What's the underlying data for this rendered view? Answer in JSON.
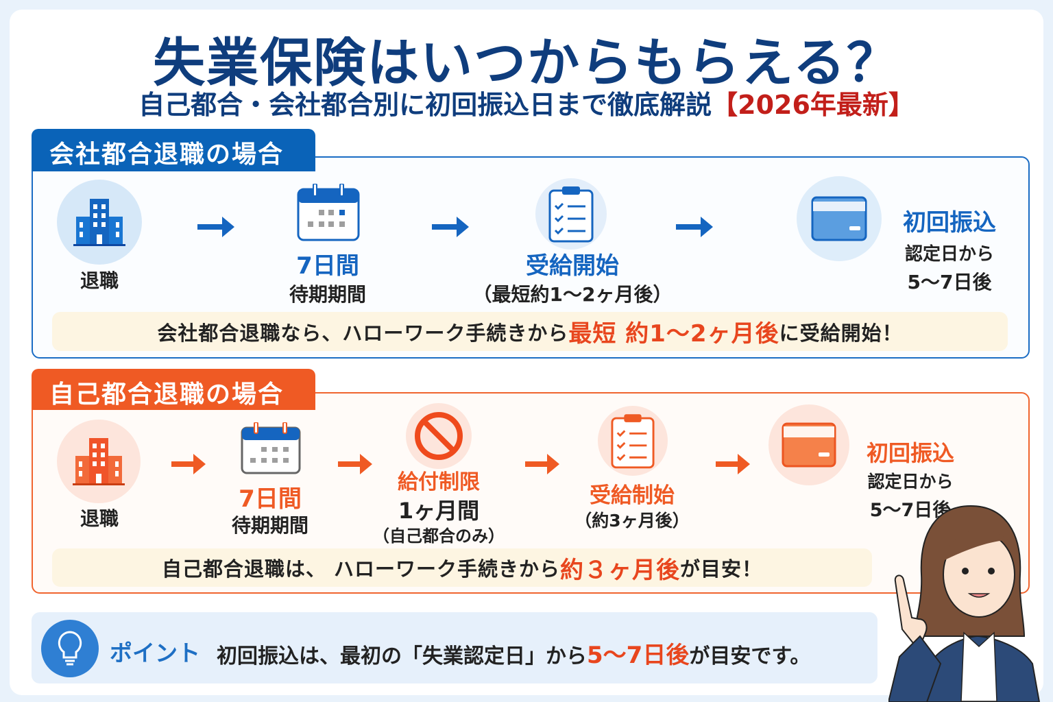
{
  "title": "失業保険はいつからもらえる？",
  "subtitle": {
    "main": "自己都合・会社都合別に初回振込日まで徹底解説",
    "tag": "【2026年最新】"
  },
  "company": {
    "tab": "会社都合退職の場合",
    "steps": [
      {
        "icon": "building-icon",
        "label": "退職"
      },
      {
        "icon": "calendar-icon",
        "head": "7日間",
        "sub": "待期期間"
      },
      {
        "icon": "clipboard-icon",
        "head": "受給開始",
        "sub": "（最短約1〜2ヶ月後）"
      },
      {
        "icon": "card-icon",
        "head": "初回振込",
        "line1": "認定日から",
        "line2": "5〜7日後"
      }
    ],
    "note": {
      "pre": "会社都合退職なら、ハローワーク手続きから ",
      "hl": "最短 約1〜2ヶ月後",
      "post": "に受給開始！"
    }
  },
  "self": {
    "tab": "自己都合退職の場合",
    "steps": [
      {
        "icon": "building-icon",
        "label": "退職"
      },
      {
        "icon": "calendar-icon",
        "head": "7日間",
        "sub": "待期期間"
      },
      {
        "icon": "prohibited-icon",
        "head": "給付制限",
        "sub": "1ヶ月間",
        "sub2": "（自己都合のみ）"
      },
      {
        "icon": "clipboard-icon",
        "head": "受給制始",
        "sub": "（約3ヶ月後）"
      },
      {
        "icon": "card-icon",
        "head": "初回振込",
        "line1": "認定日から",
        "line2": "5〜7日後"
      }
    ],
    "note": {
      "pre": "自己都合退職は、 ハローワーク手続きから ",
      "hl": "約３ヶ月後",
      "post": "が目安！"
    }
  },
  "point": {
    "label": "ポイント",
    "pre": "初回振込は、最初の「失業認定日」から",
    "hl": "5〜7日後",
    "post": "が目安です。"
  },
  "colors": {
    "blue": "#0a63b8",
    "orange": "#ef5a24",
    "navy": "#0f3d7d",
    "red": "#e8461e"
  }
}
